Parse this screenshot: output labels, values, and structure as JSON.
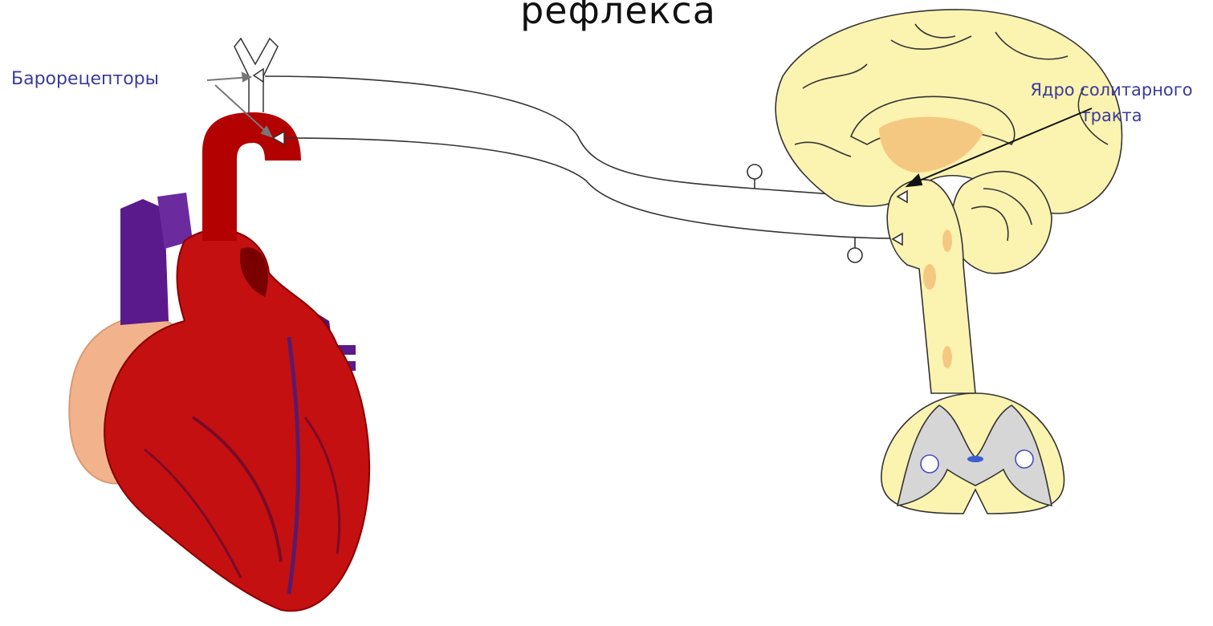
{
  "diagram": {
    "title": "рефлекса",
    "labels": {
      "baroreceptors": "Барорецепторы",
      "nucleus_line1": "Ядро солитарного",
      "nucleus_line2": "тракта"
    },
    "colors": {
      "label_text": "#3b3b9a",
      "aorta": "#b30000",
      "heart": "#c41010",
      "vessels": "#5a1a8c",
      "brain_fill": "#fbf3b0",
      "thalamus": "#f5c882",
      "gray_matter": "#d6d6d6"
    }
  }
}
